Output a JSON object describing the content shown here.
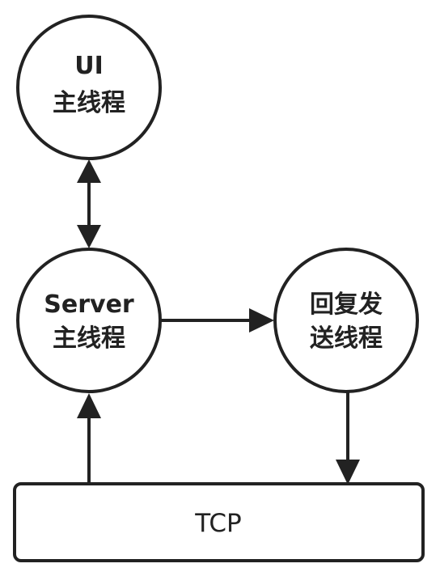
{
  "nodes": {
    "ui_thread": {
      "line1": "UI",
      "line2": "主线程"
    },
    "server_thread": {
      "line1": "Server",
      "line2": "主线程"
    },
    "reply_thread": {
      "line1": "回复发",
      "line2": "送线程"
    },
    "tcp": {
      "label": "TCP"
    }
  },
  "edges": [
    {
      "from": "ui_thread",
      "to": "server_thread",
      "direction": "both"
    },
    {
      "from": "server_thread",
      "to": "reply_thread",
      "direction": "forward"
    },
    {
      "from": "reply_thread",
      "to": "tcp",
      "direction": "forward"
    },
    {
      "from": "tcp",
      "to": "server_thread",
      "direction": "forward"
    }
  ],
  "colors": {
    "stroke": "#222222",
    "fill": "#ffffff"
  }
}
